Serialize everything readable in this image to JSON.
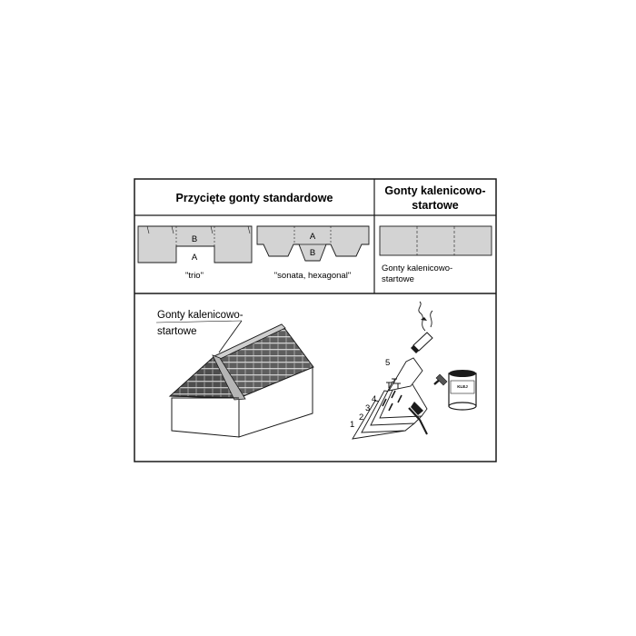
{
  "standard_header": "Przycięte gonty standardowe",
  "ridge_header_line1": "Gonty kalenicowo-",
  "ridge_header_line2": "startowe",
  "label_B": "B",
  "label_A": "A",
  "trio_caption": "\"trio\"",
  "sonata_caption": "\"sonata, hexagonal\"",
  "ridge_caption_line1": "Gonty kalenicowo-",
  "ridge_caption_line2": "startowe",
  "roof_callout_line1": "Gonty kalenicowo-",
  "roof_callout_line2": "startowe",
  "step_numbers": [
    "1",
    "2",
    "3",
    "4",
    "5"
  ],
  "can_label": "KLEJ",
  "colors": {
    "shingle_fill": "#d3d3d3",
    "line": "#1a1a1a"
  }
}
